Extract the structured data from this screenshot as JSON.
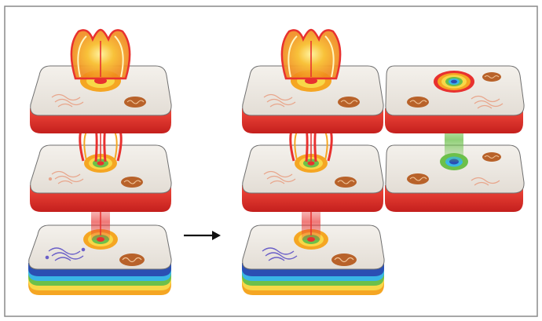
{
  "figure": {
    "background": "#ffffff",
    "frame_color": "#8a8a8a",
    "arrow_color": "#111111"
  },
  "palette": {
    "top_face": "#efebe6",
    "top_face_edge": "#6f6f6f",
    "membrane_red": "#e8312f",
    "membrane_red_dark": "#b8201f",
    "signal_orange": "#f5a623",
    "signal_red": "#e8312f",
    "signal_yellow": "#f8d848",
    "signal_green": "#6cc04a",
    "signal_blue": "#2b4fb3",
    "mitochondrion": "#b8622a",
    "golgi_peach": "#e8a68c",
    "golgi_purple": "#6a5fc8",
    "strata": [
      "#2b4fb3",
      "#39b6e6",
      "#6cc04a",
      "#f8d848",
      "#f5a623"
    ]
  },
  "panels": [
    {
      "side": "left",
      "cells": [
        {
          "layer": "top",
          "base": "red",
          "signal": "emitting",
          "emitter_above": true,
          "organelle": "peach"
        },
        {
          "layer": "middle",
          "base": "red",
          "signal": "relay",
          "emitter_above": true,
          "organelle": "peach"
        },
        {
          "layer": "bottom",
          "base": "strata",
          "signal": "source",
          "emitter_above": false,
          "organelle": "purple"
        }
      ]
    },
    {
      "side": "right",
      "cells": [
        {
          "layer": "top",
          "base": "red",
          "signal": "emitting",
          "emitter_above": true,
          "organelle": "peach"
        },
        {
          "layer": "middle",
          "base": "red",
          "signal": "relay",
          "emitter_above": true,
          "organelle": "peach"
        },
        {
          "layer": "bottom",
          "base": "strata",
          "signal": "source",
          "emitter_above": false,
          "organelle": "purple"
        },
        {
          "layer": "top-neighbour",
          "base": "red",
          "signal": "receiving",
          "emitter_above": false,
          "organelle": "peach"
        },
        {
          "layer": "middle-neighbour",
          "base": "red",
          "signal": "received",
          "emitter_above": false,
          "organelle": "peach"
        }
      ]
    }
  ]
}
